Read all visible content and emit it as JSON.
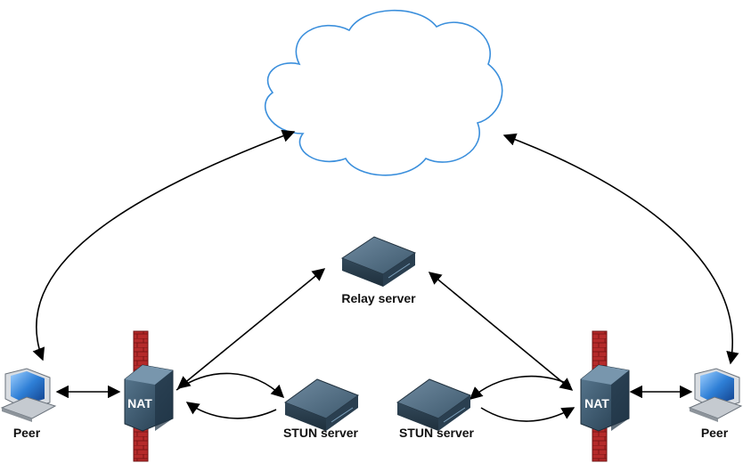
{
  "nodes": {
    "relay_server": "Relay server",
    "stun_left": "STUN server",
    "stun_right": "STUN server",
    "peer_left": "Peer",
    "peer_right": "Peer",
    "nat_left": "NAT",
    "nat_right": "NAT"
  },
  "colors": {
    "cloud_stroke": "#3b8fdc",
    "firewall": "#b22a2a",
    "nat_body": "#2f4b5f",
    "server_body": "#3a5568",
    "arrow": "#000000"
  },
  "icons": [
    "cloud-icon",
    "firewall-icon",
    "nat-router-icon",
    "server-icon",
    "laptop-icon"
  ]
}
